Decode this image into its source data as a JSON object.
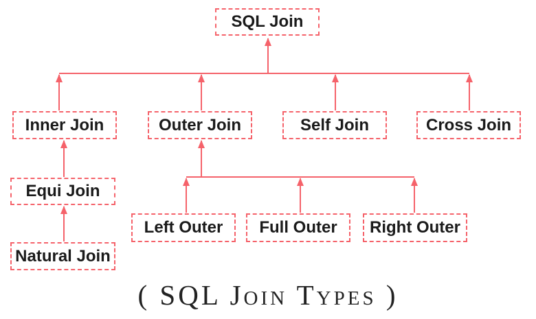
{
  "diagram": {
    "type": "tree",
    "caption": "( SQL Join Types )",
    "accent_color": "#f5626a",
    "text_color": "#1a1a1a",
    "nodes": {
      "sql_join": {
        "label": "SQL Join"
      },
      "inner_join": {
        "label": "Inner Join"
      },
      "outer_join": {
        "label": "Outer Join"
      },
      "self_join": {
        "label": "Self Join"
      },
      "cross_join": {
        "label": "Cross Join"
      },
      "equi_join": {
        "label": "Equi Join"
      },
      "natural_join": {
        "label": "Natural Join"
      },
      "left_outer": {
        "label": "Left Outer"
      },
      "full_outer": {
        "label": "Full Outer"
      },
      "right_outer": {
        "label": "Right Outer"
      }
    },
    "edges_child_to_parent": [
      {
        "from": "Inner Join",
        "to": "SQL Join"
      },
      {
        "from": "Outer Join",
        "to": "SQL Join"
      },
      {
        "from": "Self Join",
        "to": "SQL Join"
      },
      {
        "from": "Cross Join",
        "to": "SQL Join"
      },
      {
        "from": "Equi Join",
        "to": "Inner Join"
      },
      {
        "from": "Natural Join",
        "to": "Equi Join"
      },
      {
        "from": "Left Outer",
        "to": "Outer Join"
      },
      {
        "from": "Full Outer",
        "to": "Outer Join"
      },
      {
        "from": "Right Outer",
        "to": "Outer Join"
      }
    ]
  }
}
